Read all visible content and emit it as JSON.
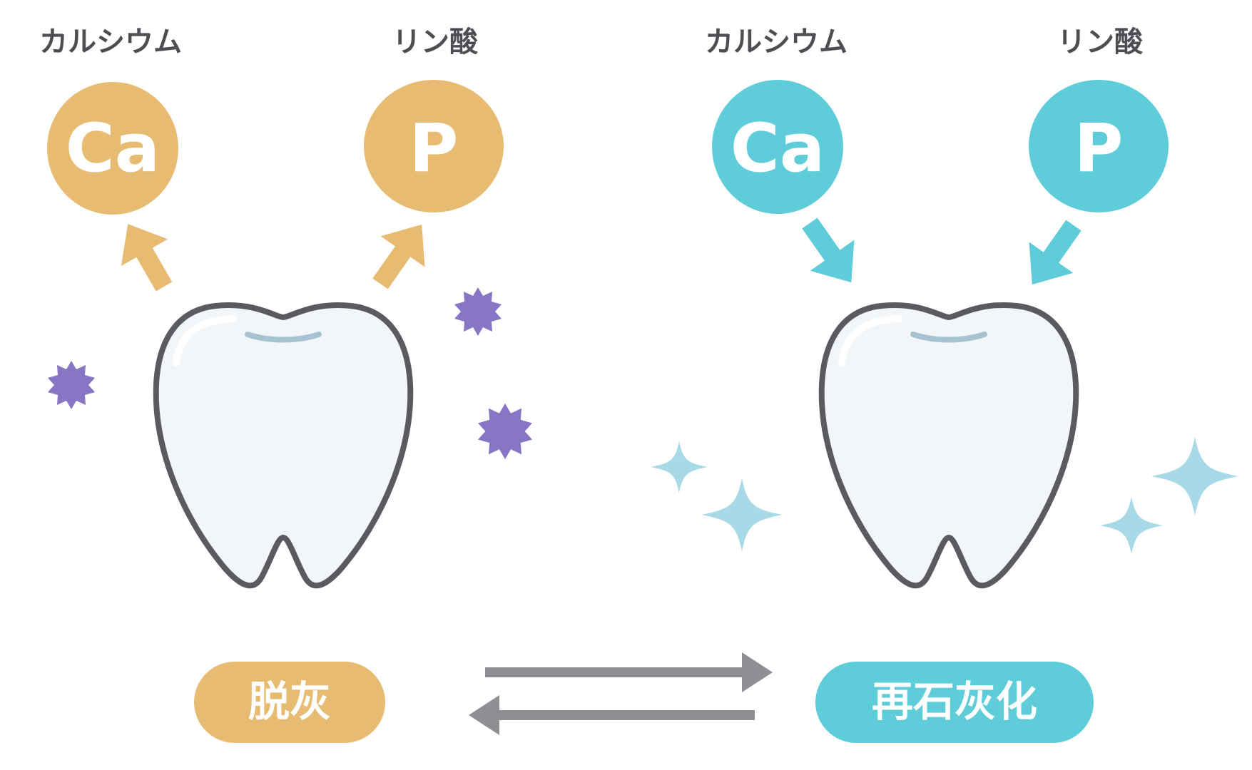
{
  "colors": {
    "demineral": "#e8bb72",
    "remineral": "#5ecdd9",
    "virus": "#8776c3",
    "sparkle": "#a8d9e6",
    "tooth_outline": "#5a5a60",
    "tooth_fill": "#f2f6f9",
    "gum_line": "#a7c3d2",
    "arrow_gray": "#8e8e93"
  },
  "left": {
    "calcium_label": "カルシウム",
    "phosphate_label": "リン酸",
    "calcium_symbol": "Ca",
    "phosphate_symbol": "P",
    "state_label": "脱灰"
  },
  "right": {
    "calcium_label": "カルシウム",
    "phosphate_label": "リン酸",
    "calcium_symbol": "Ca",
    "phosphate_symbol": "P",
    "state_label": "再石灰化"
  },
  "icons": {
    "bacteria": "bacteria-icon",
    "sparkle": "sparkle-icon",
    "tooth": "tooth-icon",
    "equilibrium": "equilibrium-arrows-icon"
  }
}
